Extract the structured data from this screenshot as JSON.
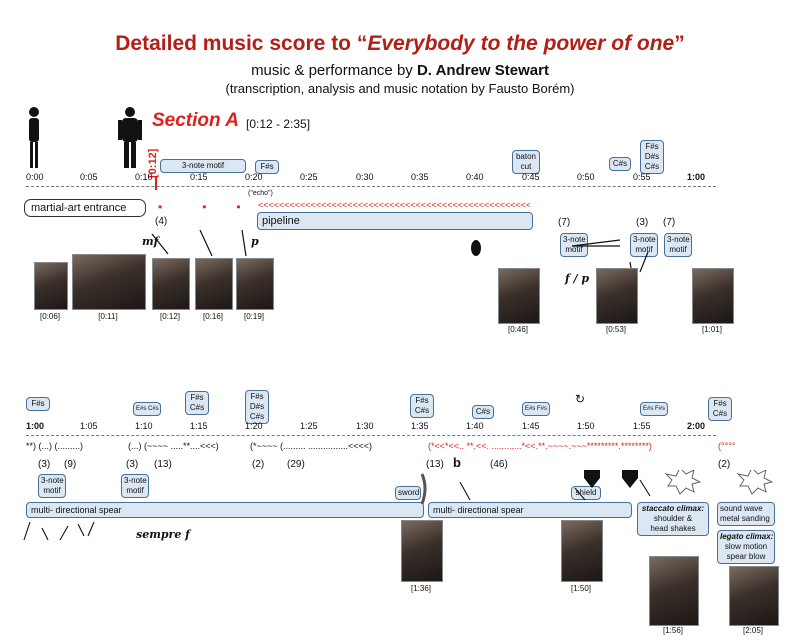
{
  "header": {
    "title_pre": "Detailed music score to “",
    "title_italic": "Everybody to the power of one",
    "title_post": "”",
    "credit_pre": "music & performance by ",
    "credit_name": "D. Andrew Stewart",
    "transcription": "(transcription, analysis and music notation by Fausto Borém)"
  },
  "section": {
    "name": "Section A",
    "range": "[0:12 - 2:35]"
  },
  "row1": {
    "marker": "[0:12]",
    "timeline": [
      "0:00",
      "0:05",
      "0:10",
      "0:15",
      "0:20",
      "0:25",
      "0:30",
      "0:35",
      "0:40",
      "0:45",
      "0:50",
      "0:55",
      "1:00"
    ],
    "labels": {
      "motif": "3-note motif",
      "fs": "F#s",
      "baton": "baton\ncut",
      "cs": "C#s",
      "chord": "F#s\nD#s\nC#s",
      "echo": "(\"echo\")",
      "martial": "martial-art entrance",
      "pipeline": "pipeline",
      "chevrons": "<<<<<<<<<<<<<<<<<<<<<<<<<<<<<<<<<<<<<<<<<<<<<<<<<<<<<<<<<",
      "motif_a": "3-note\nmotif",
      "motif_b": "3-note\nmotif",
      "motif_c": "3-note\nmotif"
    },
    "counts": {
      "c4": "(4)",
      "c7a": "(7)",
      "c3": "(3)",
      "c7b": "(7)"
    },
    "dynamics": {
      "mf": "mf",
      "p": "p",
      "fp": "f / p"
    },
    "photos": [
      "[0:06]",
      "[0:11]",
      "[0:12]",
      "[0:16]",
      "[0:19]",
      "[0:46]",
      "[0:53]",
      "[1:01]"
    ]
  },
  "row2": {
    "timeline": [
      "1:00",
      "1:05",
      "1:10",
      "1:15",
      "1:20",
      "1:25",
      "1:30",
      "1:35",
      "1:40",
      "1:45",
      "1:50",
      "1:55",
      "2:00"
    ],
    "labels": {
      "fs": "F#s",
      "ecs": "E#s C#s",
      "fscs": "F#s\nC#s",
      "chord": "F#s\nD#s\nC#s",
      "fscs2": "F#s\nC#s",
      "cs": "C#s",
      "efs": "E#s F#s",
      "efs2": "E#s F#s",
      "fscs3": "F#s\nC#s",
      "motif_a": "3-note\nmotif",
      "motif_b": "3-note\nmotif",
      "spear1": "multi- directional spear",
      "sword": "sword",
      "spear2": "multi- directional spear",
      "shield": "shield",
      "stacc_title": "staccato climax:",
      "stacc_body": "shoulder &\nhead shakes",
      "sound": "sound wave\nmetal sanding",
      "legato_title": "legato climax:",
      "legato_body": "slow motion\nspear blow",
      "b": "b",
      "sempre": "sempre f"
    },
    "notation": {
      "s1": "**) (...)  (.........)",
      "s2": "(...)  (~~~~ .....**....<<<)",
      "s3": "(*~~~~  (.........  ................<<<<)",
      "s4": "(*<<*<<.. **.<<. ............*<<.**.~~~~.~~~*********.********)",
      "s5": "(°°°°"
    },
    "counts": [
      "(3)",
      "(9)",
      "(3)",
      "(13)",
      "(2)",
      "(29)",
      "(13)",
      "(46)",
      "(2)"
    ],
    "photos": [
      "[1:36]",
      "[1:50]",
      "[1:56]",
      "[2:05]"
    ]
  }
}
